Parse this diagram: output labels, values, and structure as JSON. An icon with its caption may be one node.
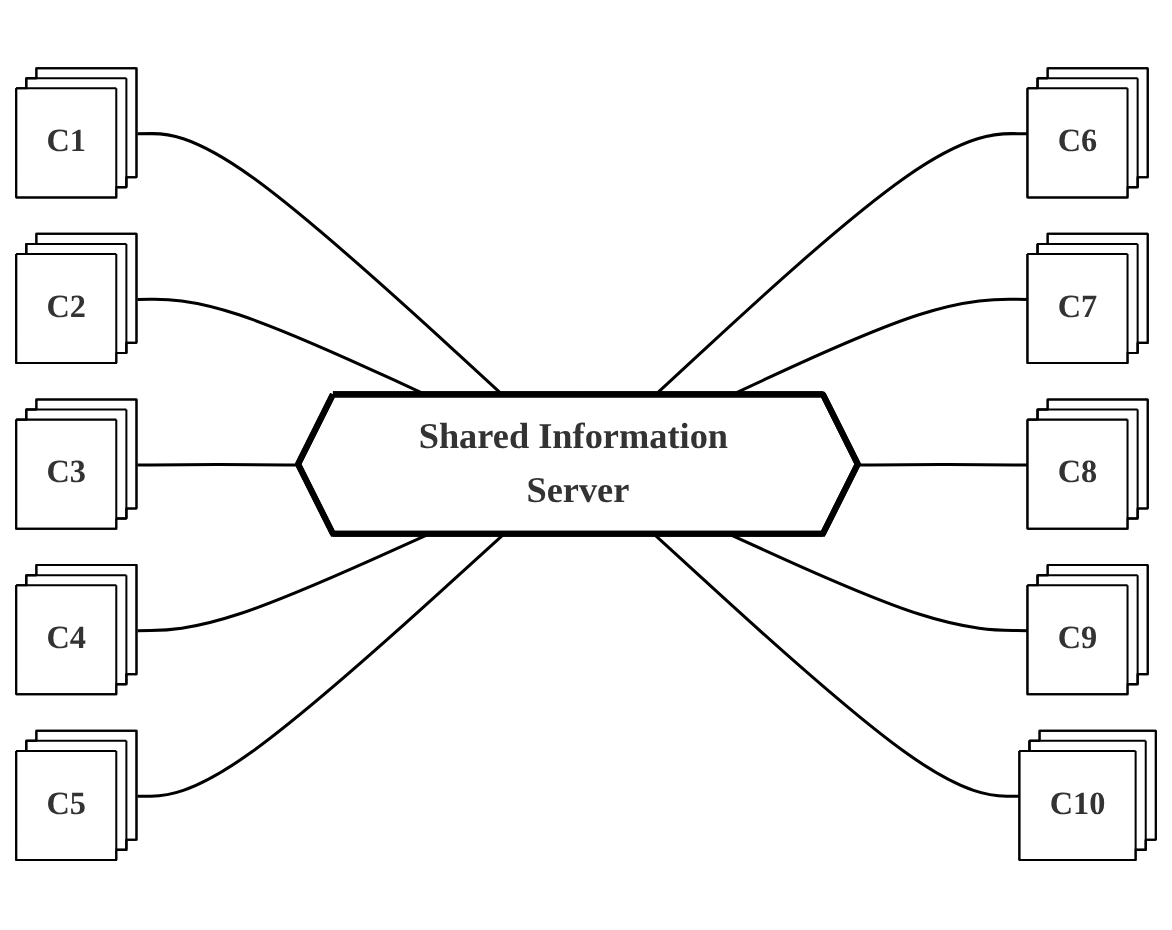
{
  "diagram": {
    "nodes": [
      {
        "text": [
          "Shared Information Server"
        ]
      },
      {
        "text": [
          "C1"
        ]
      },
      {
        "text": [
          "C2"
        ]
      },
      {
        "text": [
          "C3"
        ]
      },
      {
        "text": [
          "C4"
        ]
      },
      {
        "text": [
          "C5"
        ]
      },
      {
        "text": [
          "C6"
        ]
      },
      {
        "text": [
          "C7"
        ]
      },
      {
        "text": [
          "C8"
        ]
      },
      {
        "text": [
          "C9"
        ]
      },
      {
        "text": [
          "C10"
        ]
      }
    ],
    "edges": [
      {
        "from": 1,
        "to": 0,
        "arrow": "none"
      },
      {
        "from": 2,
        "to": 0,
        "arrow": "none"
      },
      {
        "from": 3,
        "to": 0,
        "arrow": "none"
      },
      {
        "from": 4,
        "to": 0,
        "arrow": "none"
      },
      {
        "from": 5,
        "to": 0,
        "arrow": "none"
      },
      {
        "from": 0,
        "to": 6,
        "arrow": "none"
      },
      {
        "from": 0,
        "to": 7,
        "arrow": "none"
      },
      {
        "from": 0,
        "to": 8,
        "arrow": "none"
      },
      {
        "from": 0,
        "to": 9,
        "arrow": "none"
      },
      {
        "from": 0,
        "to": 10,
        "arrow": "none"
      }
    ]
  }
}
